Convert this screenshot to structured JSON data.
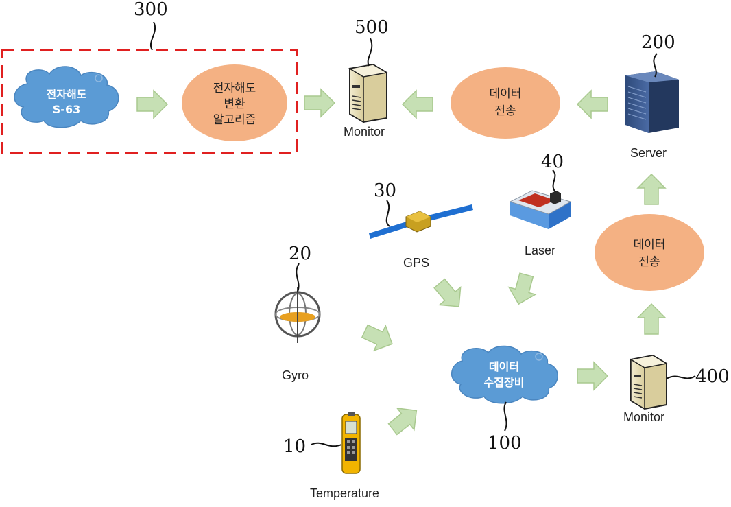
{
  "refs": {
    "r300": "300",
    "r500": "500",
    "r200": "200",
    "r40": "40",
    "r30": "30",
    "r20": "20",
    "r10": "10",
    "r100": "100",
    "r400": "400"
  },
  "nodes": {
    "cloud_top": [
      "전자해도",
      "S-63"
    ],
    "algo": [
      "전자해도",
      "변환",
      "알고리즘"
    ],
    "monitor_top": "Monitor",
    "transfer_top": [
      "데이터",
      "전송"
    ],
    "server": "Server",
    "transfer_right": [
      "데이터",
      "전송"
    ],
    "gps": "GPS",
    "laser": "Laser",
    "gyro": "Gyro",
    "temperature": "Temperature",
    "collector": [
      "데이터",
      "수집장비"
    ],
    "monitor_bottom": "Monitor"
  },
  "colors": {
    "arrow": "#c6e0b4",
    "arrow_stroke": "#a9c98f",
    "cloud": "#5b9bd5",
    "oval": "#f4b183",
    "dashed": "#e02020"
  }
}
